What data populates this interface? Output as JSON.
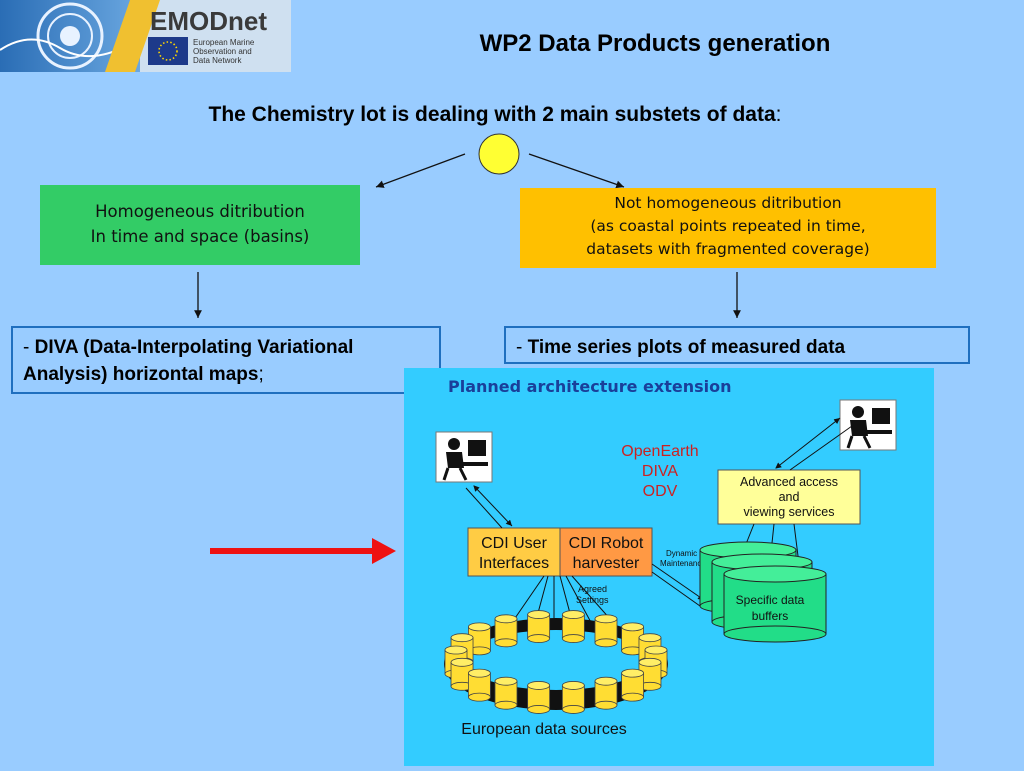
{
  "logo": {
    "name": "EMODnet",
    "lines": [
      "European Marine",
      "Observation and",
      "Data Network"
    ]
  },
  "title": "WP2 Data Products generation",
  "subtitle": {
    "main": "The Chemistry lot is dealing with 2 main substets of data",
    "tail": ":"
  },
  "homogeneous": {
    "line1": "Homogeneous ditribution",
    "line2": "In time and space (basins)"
  },
  "non_homogeneous": {
    "line1": "Not homogeneous ditribution",
    "line2": "(as coastal points repeated in time,",
    "line3": "datasets with fragmented coverage)"
  },
  "diva_box": {
    "prefix": "- ",
    "line1": "DIVA (Data-Interpolating Variational",
    "line2": "Analysis) horizontal maps",
    "suffix": ";"
  },
  "timeseries_box": {
    "prefix": "- ",
    "text": "Time series plots of measured data"
  },
  "architecture": {
    "heading": "Planned architecture extension",
    "tools": [
      "OpenEarth",
      "DIVA",
      "ODV"
    ],
    "advanced": [
      "Advanced access",
      "and",
      "viewing services"
    ],
    "cdi_user": [
      "CDI User",
      "Interfaces"
    ],
    "cdi_robot": [
      "CDI Robot",
      "harvester"
    ],
    "dynamic": [
      "Dynamic",
      "Maintenance"
    ],
    "agreed": [
      "Agreed",
      "Settings"
    ],
    "buffers": [
      "Specific data",
      "buffers"
    ],
    "sources": "European data sources"
  },
  "colors": {
    "background": "#99ccff",
    "green": "#33cc66",
    "amber": "#ffc000",
    "panel": "#33ccff",
    "arrow_red": "#ee1111",
    "title_blue": "#1a3f9a",
    "tool_red": "#cc2222"
  }
}
